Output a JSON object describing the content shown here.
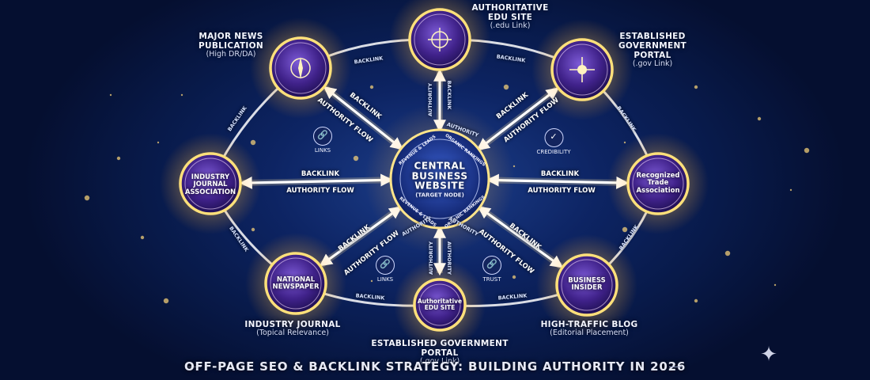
{
  "central": {
    "title_lines": [
      "CENTRAL",
      "BUSINESS",
      "WEBSITE"
    ],
    "subtitle": "(TARGET NODE)",
    "ring_texts": [
      "REVENUE & LEADS",
      "ORGANIC RANKINGS",
      "REVENUE & LEADS",
      "ORGANIC RANKINGS"
    ]
  },
  "nodes": {
    "news": {
      "inner": "",
      "label_title": "MAJOR NEWS\nPUBLICATION",
      "label_sub": "(High DR/DA)",
      "icon": "compass-icon"
    },
    "edu_top": {
      "inner": "",
      "label_title": "AUTHORITATIVE\nEDU SITE",
      "label_sub": "(.edu Link)",
      "icon": "crosshair-icon"
    },
    "gov_top": {
      "inner": "",
      "label_title": "ESTABLISHED\nGOVERNMENT\nPORTAL",
      "label_sub": "(.gov Link)",
      "icon": "sun-icon"
    },
    "journal": {
      "inner": "INDUSTRY\nJOURNAL\nASSOCIATION"
    },
    "trade": {
      "inner": "Recognized\nTrade\nAssociation"
    },
    "newspaper": {
      "inner": "NATIONAL\nNEWSPAPER",
      "label_title": "INDUSTRY JOURNAL",
      "label_sub": "(Topical Relevance)"
    },
    "edu_bottom": {
      "inner": "Authoritative\nEDU SITE",
      "label_title": "ESTABLISHED GOVERNMENT\nPORTAL",
      "label_sub": "(.gov Link)"
    },
    "insider": {
      "inner": "BUSINESS\nINSIDER",
      "label_title": "HIGH-TRAFFIC BLOG",
      "label_sub": "(Editorial Placement)"
    }
  },
  "edges": {
    "backlink": "BACKLINK",
    "authority_flow": "AUTHORITY FLOW",
    "authority": "AUTHORITY"
  },
  "mini_icons": [
    {
      "label": "LINKS",
      "icon": "chain-link-icon",
      "glyph": "🔗"
    },
    {
      "label": "CREDIBILITY",
      "icon": "shield-check-icon",
      "glyph": "✓"
    },
    {
      "label": "LINKS",
      "icon": "chain-link-icon",
      "glyph": "🔗"
    },
    {
      "label": "TRUST",
      "icon": "chain-link-icon",
      "glyph": "🔗"
    }
  ],
  "footer": {
    "title": "OFF-PAGE SEO & BACKLINK STRATEGY: BUILDING AUTHORITY IN 2026",
    "icon": "sparkle-icon"
  },
  "colors": {
    "background": "#0a1c52",
    "node_fill": "#3a1f7a",
    "glow": "#ffd56b",
    "arrow": "#ffffff"
  }
}
